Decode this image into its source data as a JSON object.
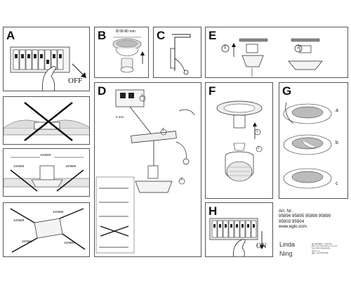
{
  "panels": {
    "a": {
      "letter": "A",
      "state": "OFF"
    },
    "b": {
      "letter": "B",
      "dimension": "Ø 68-80 mm"
    },
    "c": {
      "letter": "C"
    },
    "d": {
      "letter": "D",
      "steps": [
        "1",
        "2",
        "3"
      ],
      "strip_length": "6 mm"
    },
    "e": {
      "letter": "E",
      "steps": [
        "1",
        "2"
      ]
    },
    "f": {
      "letter": "F",
      "steps": [
        "1",
        "2"
      ]
    },
    "g": {
      "letter": "G",
      "steps": [
        "a",
        "b",
        "c"
      ]
    },
    "h": {
      "letter": "H",
      "state": "ON"
    },
    "clearance": {
      "distance": "100MM"
    }
  },
  "product": {
    "art_label": "Art. Nr.:",
    "numbers_line1": "95894 95895 95898 95899",
    "numbers_line2": "95903 95904",
    "website": "www.eglo.com",
    "name_line1": "Linda",
    "name_line2": "Ning",
    "importer_line1": "進口商/代理商：Linda Ning",
    "importer_line2": "EGL. Co.,Limited Ning Lu Lou, Ltd",
    "importer_line3": "www.linda.ning/eglo/eglo",
    "importer_line4": "Ning Lu Lu",
    "importer_line5": "電話：(02) 2345 6789"
  }
}
